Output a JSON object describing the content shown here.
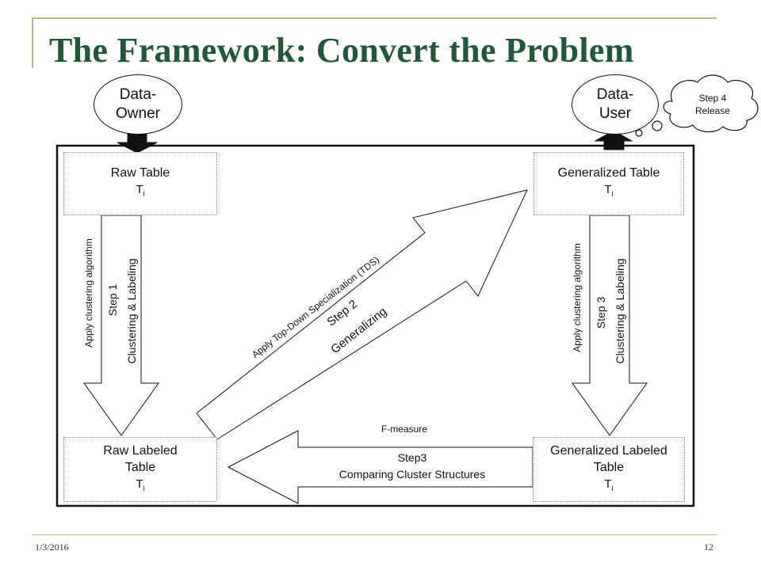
{
  "slide": {
    "title": "The Framework: Convert the Problem",
    "date": "1/3/2016",
    "page_number": "12"
  },
  "actors": {
    "owner": {
      "line1": "Data-",
      "line2": "Owner"
    },
    "user": {
      "line1": "Data-",
      "line2": "User"
    },
    "thought": {
      "line1": "Step 4",
      "line2": "Release"
    }
  },
  "boxes": {
    "raw_table": {
      "line1": "Raw Table",
      "symbol": "T",
      "subscript": "l"
    },
    "generalized_table": {
      "line1": "Generalized Table",
      "symbol": "T",
      "subscript": "l"
    },
    "raw_labeled_table": {
      "line1": "Raw Labeled",
      "line2": "Table",
      "symbol": "T",
      "subscript": "l"
    },
    "generalized_labeled_table": {
      "line1": "Generalized Labeled",
      "line2": "Table",
      "symbol": "T",
      "subscript": "l"
    }
  },
  "arrows": {
    "step1": {
      "side_label": "Apply clustering algorithm",
      "line1": "Step 1",
      "line2": "Clustering & Labeling"
    },
    "step2": {
      "side_label": "Apply Top-Down Specialization (TDS)",
      "line1": "Step 2",
      "line2": "Generalizing"
    },
    "step3_right": {
      "side_label": "Apply clustering algorithm",
      "line1": "Step 3",
      "line2": "Clustering & Labeling"
    },
    "step3_bottom": {
      "top_label": "F-measure",
      "line1": "Step3",
      "line2": "Comparing Cluster Structures"
    }
  }
}
